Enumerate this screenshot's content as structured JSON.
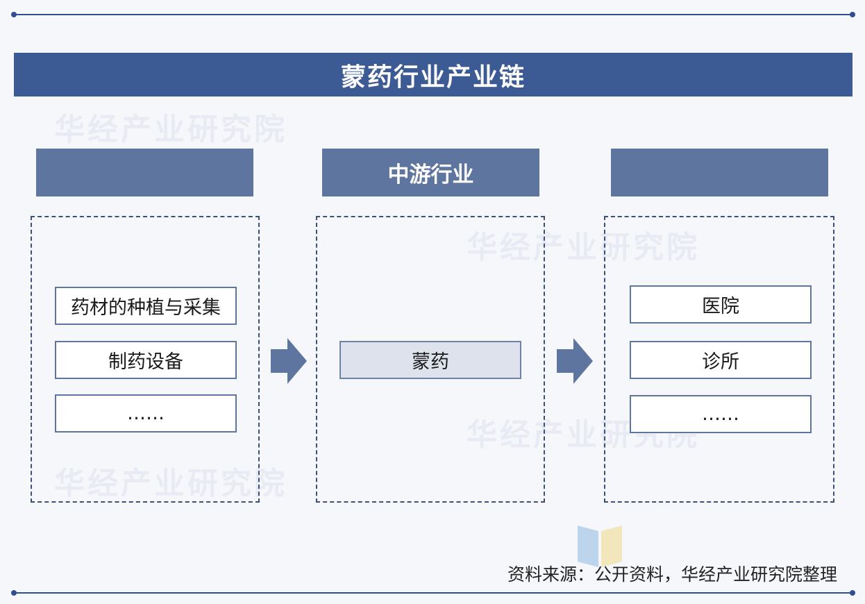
{
  "title": "蒙药行业产业链",
  "columns": [
    {
      "header": "",
      "items": [
        {
          "label": "药材的种植与采集"
        },
        {
          "label": "制药设备"
        },
        {
          "label": "……"
        }
      ]
    },
    {
      "header": "中游行业",
      "items": [
        {
          "label": "蒙药"
        }
      ]
    },
    {
      "header": "",
      "items": [
        {
          "label": "医院"
        },
        {
          "label": "诊所"
        },
        {
          "label": "……"
        }
      ]
    }
  ],
  "source": "资料来源：公开资料，华经产业研究院整理",
  "watermark": "华经产业研究院",
  "colors": {
    "title_bar": "#3c5a93",
    "header": "#5e759f",
    "border": "#5e759f",
    "arrow": "#5e759f"
  }
}
